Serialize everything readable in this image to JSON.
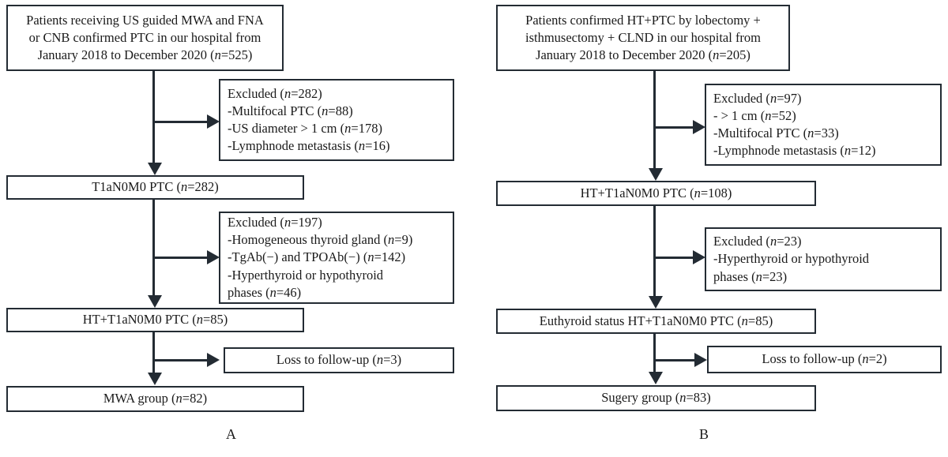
{
  "figure": {
    "type": "flowchart",
    "description": "Two-panel CONSORT-style patient selection flow diagram",
    "panels": [
      {
        "id": "A",
        "label": "A",
        "nodes": [
          {
            "name": "source-population",
            "lines": [
              "Patients receiving US guided MWA and FNA",
              "or CNB confirmed PTC in our hospital from",
              "January 2018 to December 2020 (n=525)"
            ],
            "n": 525
          },
          {
            "name": "excluded-1",
            "lines": [
              "Excluded (n=282)",
              "-Multifocal PTC (n=88)",
              "-US diameter > 1 cm (n=178)",
              "-Lymphnode metastasis (n=16)"
            ],
            "n": 282
          },
          {
            "name": "stage-t1an0m0",
            "lines": [
              "T1aN0M0 PTC (n=282)"
            ],
            "n": 282
          },
          {
            "name": "excluded-2",
            "lines": [
              "Excluded (n=197)",
              "-Homogeneous thyroid gland (n=9)",
              "-TgAb(−) and TPOAb(−) (n=142)",
              "-Hyperthyroid or hypothyroid",
              "phases (n=46)"
            ],
            "n": 197
          },
          {
            "name": "stage-ht-t1an0m0",
            "lines": [
              "HT+T1aN0M0 PTC (n=85)"
            ],
            "n": 85
          },
          {
            "name": "loss-to-followup",
            "lines": [
              "Loss to  follow-up (n=3)"
            ],
            "n": 3
          },
          {
            "name": "final-group",
            "lines": [
              "MWA group (n=82)"
            ],
            "n": 82
          }
        ]
      },
      {
        "id": "B",
        "label": "B",
        "nodes": [
          {
            "name": "source-population",
            "lines": [
              "Patients confirmed HT+PTC by lobectomy +",
              "isthmusectomy + CLND  in our hospital from",
              "January 2018 to December 2020 (n=205)"
            ],
            "n": 205
          },
          {
            "name": "excluded-1",
            "lines": [
              "Excluded (n=97)",
              "- > 1 cm (n=52)",
              "-Multifocal PTC (n=33)",
              "-Lymphnode metastasis (n=12)"
            ],
            "n": 97
          },
          {
            "name": "stage-ht-t1an0m0",
            "lines": [
              "HT+T1aN0M0 PTC (n=108)"
            ],
            "n": 108
          },
          {
            "name": "excluded-2",
            "lines": [
              "Excluded (n=23)",
              "-Hyperthyroid or hypothyroid",
              "phases (n=23)"
            ],
            "n": 23
          },
          {
            "name": "stage-euthyroid",
            "lines": [
              "Euthyroid status HT+T1aN0M0 PTC (n=85)"
            ],
            "n": 85
          },
          {
            "name": "loss-to-followup",
            "lines": [
              "Loss to  follow-up (n=2)"
            ],
            "n": 2
          },
          {
            "name": "final-group",
            "lines": [
              "Sugery group (n=83)"
            ],
            "n": 83
          }
        ]
      }
    ],
    "colors": {
      "stroke": "#232b33",
      "background": "#ffffff",
      "text": "#1a1a1a"
    }
  }
}
